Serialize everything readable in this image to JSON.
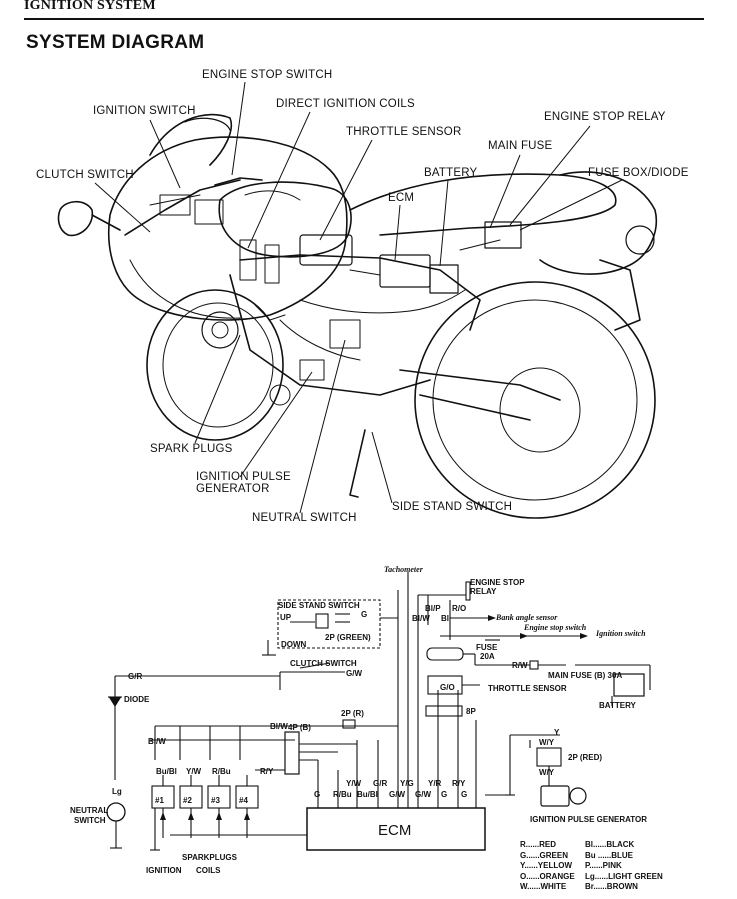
{
  "header": {
    "section": "IGNITION SYSTEM"
  },
  "title": "SYSTEM DIAGRAM",
  "callouts": {
    "engine_stop_switch": "ENGINE STOP SWITCH",
    "ignition_switch": "IGNITION SWITCH",
    "direct_ignition_coils": "DIRECT IGNITION COILS",
    "throttle_sensor": "THROTTLE SENSOR",
    "engine_stop_relay": "ENGINE STOP RELAY",
    "main_fuse": "MAIN FUSE",
    "clutch_switch": "CLUTCH SWITCH",
    "battery": "BATTERY",
    "fuse_box_diode": "FUSE BOX/DIODE",
    "ecm": "ECM",
    "spark_plugs": "SPARK PLUGS",
    "ignition_pulse_generator_1": "IGNITION PULSE",
    "ignition_pulse_generator_2": "GENERATOR",
    "neutral_switch": "NEUTRAL SWITCH",
    "side_stand_switch": "SIDE STAND SWITCH"
  },
  "schematic": {
    "tachometer": "Tachometer",
    "engine_stop_relay_1": "ENGINE STOP",
    "engine_stop_relay_2": "RELAY",
    "side_stand_switch": "SIDE STAND SWITCH",
    "up": "UP",
    "down": "DOWN",
    "conn_2p_green": "2P (GREEN)",
    "clutch_switch": "CLUTCH SWITCH",
    "bank_angle_sensor": "Bank angle sensor",
    "engine_stop_switch": "Engine stop switch",
    "ignition_switch": "Ignition switch",
    "fuse": "FUSE",
    "fuse_rating": "20A",
    "main_fuse": "MAIN FUSE (B) 30A",
    "throttle_sensor": "THROTTLE SENSOR",
    "battery": "BATTERY",
    "diode": "DIODE",
    "conn_2p_r": "2P (R)",
    "conn_4p_b": "4P (B)",
    "conn_8p": "8P",
    "conn_2p_red": "2P (RED)",
    "neutral_switch_1": "NEUTRAL",
    "neutral_switch_2": "SWITCH",
    "ecm": "ECM",
    "sparkplugs": "SPARKPLUGS",
    "ignition": "IGNITION",
    "coils": "COILS",
    "ignition_pulse_generator": "IGNITION PULSE GENERATOR",
    "coil_numbers": [
      "#1",
      "#2",
      "#3",
      "#4"
    ],
    "coil_wires": [
      "Bu/Bl",
      "Y/W",
      "R/Bu",
      "R/Y"
    ],
    "ecm_pins_top": [
      "Y/W",
      "G/R",
      "Y/G",
      "Y/R",
      "R/Y"
    ],
    "ecm_pins_bottom": [
      "G",
      "R/Bu",
      "Bu/Bl",
      "G/W",
      "G/W",
      "G",
      "G"
    ],
    "wires": {
      "g_r": "G/R",
      "g_w": "G/W",
      "bl_w": "Bl/W",
      "bl_p": "Bl/P",
      "r_o": "R/O",
      "bl": "Bl",
      "r_w": "R/W",
      "g_o": "G/O",
      "w_y": "W/Y",
      "y": "Y",
      "g": "G",
      "lg": "Lg"
    }
  },
  "color_legend": [
    {
      "left": "R......RED",
      "right": "Bl......BLACK"
    },
    {
      "left": "G......GREEN",
      "right": "Bu ......BLUE"
    },
    {
      "left": "Y......YELLOW",
      "right": "P......PINK"
    },
    {
      "left": "O......ORANGE",
      "right": "Lg......LIGHT GREEN"
    },
    {
      "left": "W......WHITE",
      "right": "Br......BROWN"
    }
  ]
}
